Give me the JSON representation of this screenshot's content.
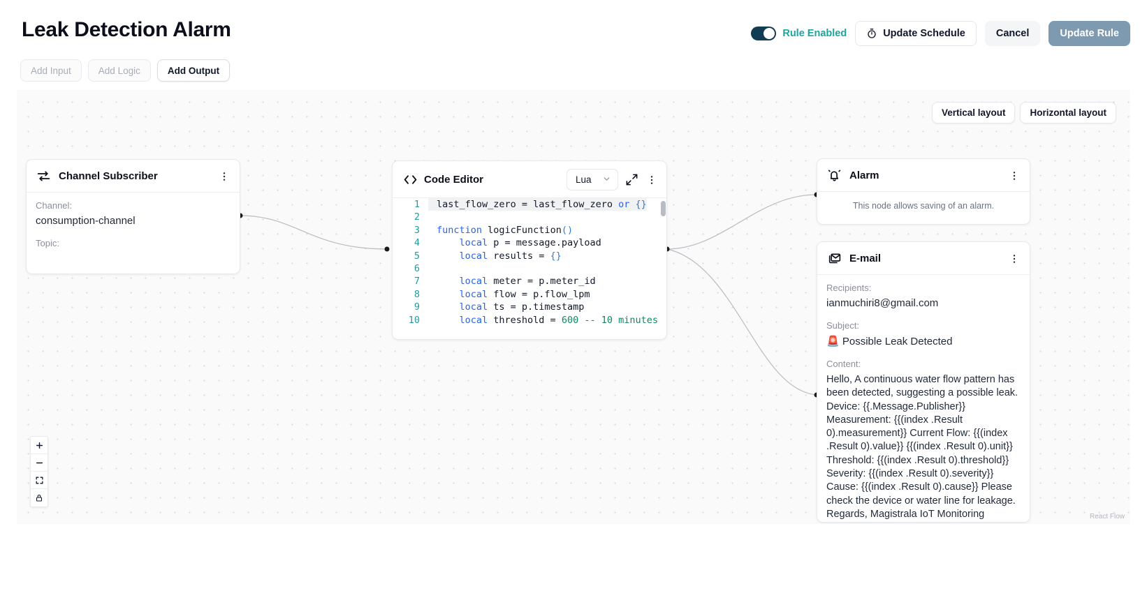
{
  "header": {
    "title": "Leak Detection Alarm",
    "toggle_label": "Rule Enabled",
    "toggle_on": true,
    "update_schedule_label": "Update Schedule",
    "cancel_label": "Cancel",
    "update_rule_label": "Update Rule",
    "accent_color": "#1aa5a0",
    "toggle_color": "#123b54",
    "primary_disabled_color": "#7d9ab0"
  },
  "tabs": [
    {
      "label": "Add Input",
      "active": false
    },
    {
      "label": "Add Logic",
      "active": false
    },
    {
      "label": "Add Output",
      "active": true
    }
  ],
  "canvas": {
    "layout_buttons": [
      {
        "label": "Vertical layout"
      },
      {
        "label": "Horizontal layout"
      }
    ],
    "attribution": "React Flow",
    "controls": [
      {
        "name": "zoom-in",
        "glyph": "+"
      },
      {
        "name": "zoom-out",
        "glyph": "−"
      },
      {
        "name": "fit-view",
        "glyph": ""
      },
      {
        "name": "lock",
        "glyph": ""
      }
    ]
  },
  "nodes": {
    "subscriber": {
      "title": "Channel Subscriber",
      "icon": "transfer-icon",
      "channel_label": "Channel:",
      "channel_value": "consumption-channel",
      "topic_label": "Topic:",
      "topic_value": ""
    },
    "code_editor": {
      "title": "Code Editor",
      "icon": "code-brackets-icon",
      "language": "Lua",
      "lines": [
        {
          "n": "1",
          "html": "last_flow_zero = last_flow_zero <span class=\"kw\">or</span> <span class=\"pun\">{}</span>"
        },
        {
          "n": "2",
          "html": ""
        },
        {
          "n": "3",
          "html": "<span class=\"kw\">function</span> logicFunction<span class=\"pun\">()</span>"
        },
        {
          "n": "4",
          "html": "    <span class=\"kw\">local</span> p = message.payload"
        },
        {
          "n": "5",
          "html": "    <span class=\"kw\">local</span> results = <span class=\"pun\">{}</span>"
        },
        {
          "n": "6",
          "html": ""
        },
        {
          "n": "7",
          "html": "    <span class=\"kw\">local</span> meter = p.meter_id"
        },
        {
          "n": "8",
          "html": "    <span class=\"kw\">local</span> flow = p.flow_lpm"
        },
        {
          "n": "9",
          "html": "    <span class=\"kw\">local</span> ts = p.timestamp"
        },
        {
          "n": "10",
          "html": "    <span class=\"kw\">local</span> threshold = <span class=\"num\">600</span> <span class=\"cmt\">-- 10 minutes</span>"
        }
      ],
      "plain_code": "last_flow_zero = last_flow_zero or {}\n\nfunction logicFunction()\n    local p = message.payload\n    local results = {}\n\n    local meter = p.meter_id\n    local flow = p.flow_lpm\n    local ts = p.timestamp\n    local threshold = 600 -- 10 minutes"
    },
    "alarm": {
      "title": "Alarm",
      "icon": "bell-ringing-icon",
      "note": "This node allows saving of an alarm."
    },
    "email": {
      "title": "E-mail",
      "icon": "envelope-icon",
      "recipients_label": "Recipients:",
      "recipients_value": "ianmuchiri8@gmail.com",
      "subject_label": "Subject:",
      "subject_emoji": "🚨",
      "subject_value": "Possible Leak Detected",
      "content_label": "Content:",
      "content_value": "Hello, A continuous water flow pattern has been detected, suggesting a possible leak. Device: {{.Message.Publisher}} Measurement: {{(index .Result 0).measurement}} Current Flow: {{(index .Result 0).value}} {{(index .Result 0).unit}} Threshold: {{(index .Result 0).threshold}} Severity: {{(index .Result 0).severity}} Cause: {{(index .Result 0).cause}} Please check the device or water line for leakage. Regards, Magistrala IoT Monitoring"
    }
  }
}
